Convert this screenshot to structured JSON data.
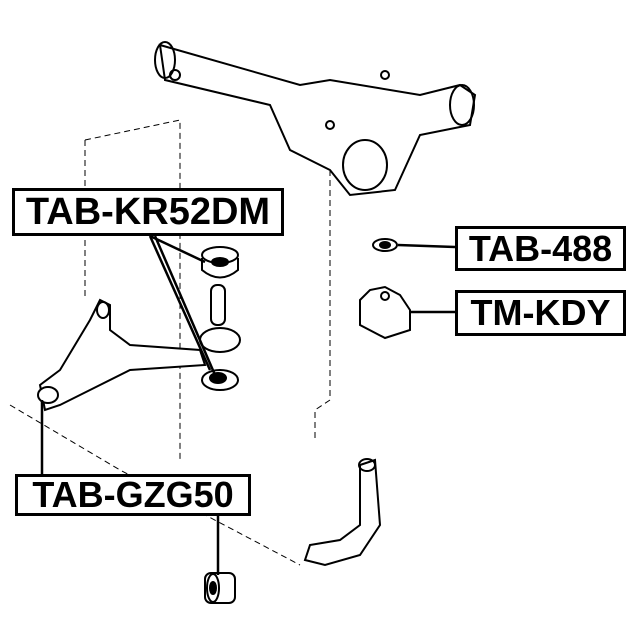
{
  "labels": {
    "kr52dm": "TAB-KR52DM",
    "tab488": "TAB-488",
    "tmkdy": "TM-KDY",
    "gzg50": "TAB-GZG50"
  }
}
